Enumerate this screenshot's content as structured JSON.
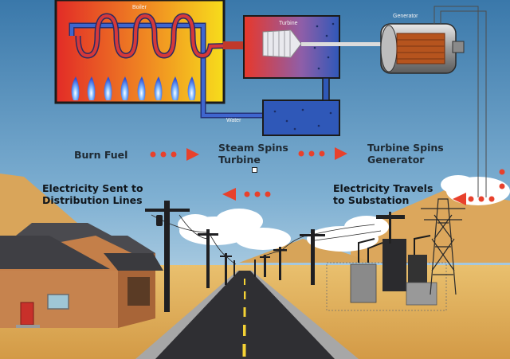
{
  "components": {
    "boiler_label": "Boiler",
    "turbine_label": "Turbine",
    "generator_label": "Generator",
    "water_label": "Water"
  },
  "steps": {
    "burn_fuel": "Burn Fuel",
    "steam_spins_line1": "Steam Spins",
    "steam_spins_line2": "Turbine",
    "turbine_spins_line1": "Turbine Spins",
    "turbine_spins_line2": "Generator",
    "electricity_travels_line1": "Electricity Travels",
    "electricity_travels_line2": "to Substation",
    "distribution_line1": "Electricity Sent to",
    "distribution_line2": "Distribution Lines"
  },
  "colors": {
    "sky_top": "#3f7fb0",
    "sky_bottom": "#cfe3ef",
    "arrow": "#e8412c",
    "boiler_hot": "#e8322a",
    "boiler_warm": "#f6d21e",
    "water_blue": "#2f58b8",
    "desert": "#e5b45f",
    "road": "#2f2f33"
  },
  "icons": [
    "flame-icon",
    "house-icon",
    "utility-pole-icon",
    "transmission-tower-icon",
    "substation-icon",
    "generator-icon",
    "turbine-icon",
    "cloud-icon",
    "mountain-icon"
  ]
}
